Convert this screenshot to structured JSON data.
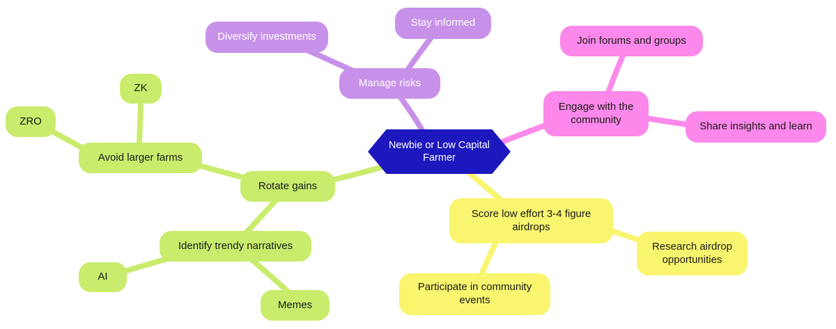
{
  "diagram": {
    "type": "mindmap",
    "background": "#ffffff"
  },
  "colors": {
    "root_fill": "#1c18bd",
    "root_text": "#ffffff",
    "purple_branch": "#c791e9",
    "pink_branch": "#fb88ea",
    "green_branch": "#c9ec6d",
    "yellow_branch": "#f9f56f",
    "dark_text": "#1a1a1a"
  },
  "nodes": {
    "root": {
      "label": "Newbie or Low Capital Farmer"
    },
    "manage_risks": {
      "label": "Manage risks"
    },
    "diversify_investments": {
      "label": "Diversify investments"
    },
    "stay_informed": {
      "label": "Stay informed"
    },
    "engage_community": {
      "label": "Engage with the community"
    },
    "join_forums": {
      "label": "Join forums and groups"
    },
    "share_insights": {
      "label": "Share insights and learn"
    },
    "rotate_gains": {
      "label": "Rotate gains"
    },
    "avoid_larger_farms": {
      "label": "Avoid larger farms"
    },
    "zk": {
      "label": "ZK"
    },
    "zro": {
      "label": "ZRO"
    },
    "identify_narratives": {
      "label": "Identify trendy narratives"
    },
    "ai": {
      "label": "AI"
    },
    "memes": {
      "label": "Memes"
    },
    "score_airdrops": {
      "label": "Score low effort 3-4 figure airdrops"
    },
    "research_airdrops": {
      "label": "Research airdrop opportunities"
    },
    "participate_events": {
      "label": "Participate in community events"
    }
  },
  "edges": [
    {
      "from": "root",
      "to": "manage_risks",
      "color": "#c791e9"
    },
    {
      "from": "manage_risks",
      "to": "diversify_investments",
      "color": "#c791e9"
    },
    {
      "from": "manage_risks",
      "to": "stay_informed",
      "color": "#c791e9"
    },
    {
      "from": "root",
      "to": "engage_community",
      "color": "#fb88ea"
    },
    {
      "from": "engage_community",
      "to": "join_forums",
      "color": "#fb88ea"
    },
    {
      "from": "engage_community",
      "to": "share_insights",
      "color": "#fb88ea"
    },
    {
      "from": "root",
      "to": "rotate_gains",
      "color": "#c9ec6d"
    },
    {
      "from": "rotate_gains",
      "to": "avoid_larger_farms",
      "color": "#c9ec6d"
    },
    {
      "from": "avoid_larger_farms",
      "to": "zk",
      "color": "#c9ec6d"
    },
    {
      "from": "avoid_larger_farms",
      "to": "zro",
      "color": "#c9ec6d"
    },
    {
      "from": "rotate_gains",
      "to": "identify_narratives",
      "color": "#c9ec6d"
    },
    {
      "from": "identify_narratives",
      "to": "ai",
      "color": "#c9ec6d"
    },
    {
      "from": "identify_narratives",
      "to": "memes",
      "color": "#c9ec6d"
    },
    {
      "from": "root",
      "to": "score_airdrops",
      "color": "#f9f56f"
    },
    {
      "from": "score_airdrops",
      "to": "research_airdrops",
      "color": "#f9f56f"
    },
    {
      "from": "score_airdrops",
      "to": "participate_events",
      "color": "#f9f56f"
    }
  ]
}
